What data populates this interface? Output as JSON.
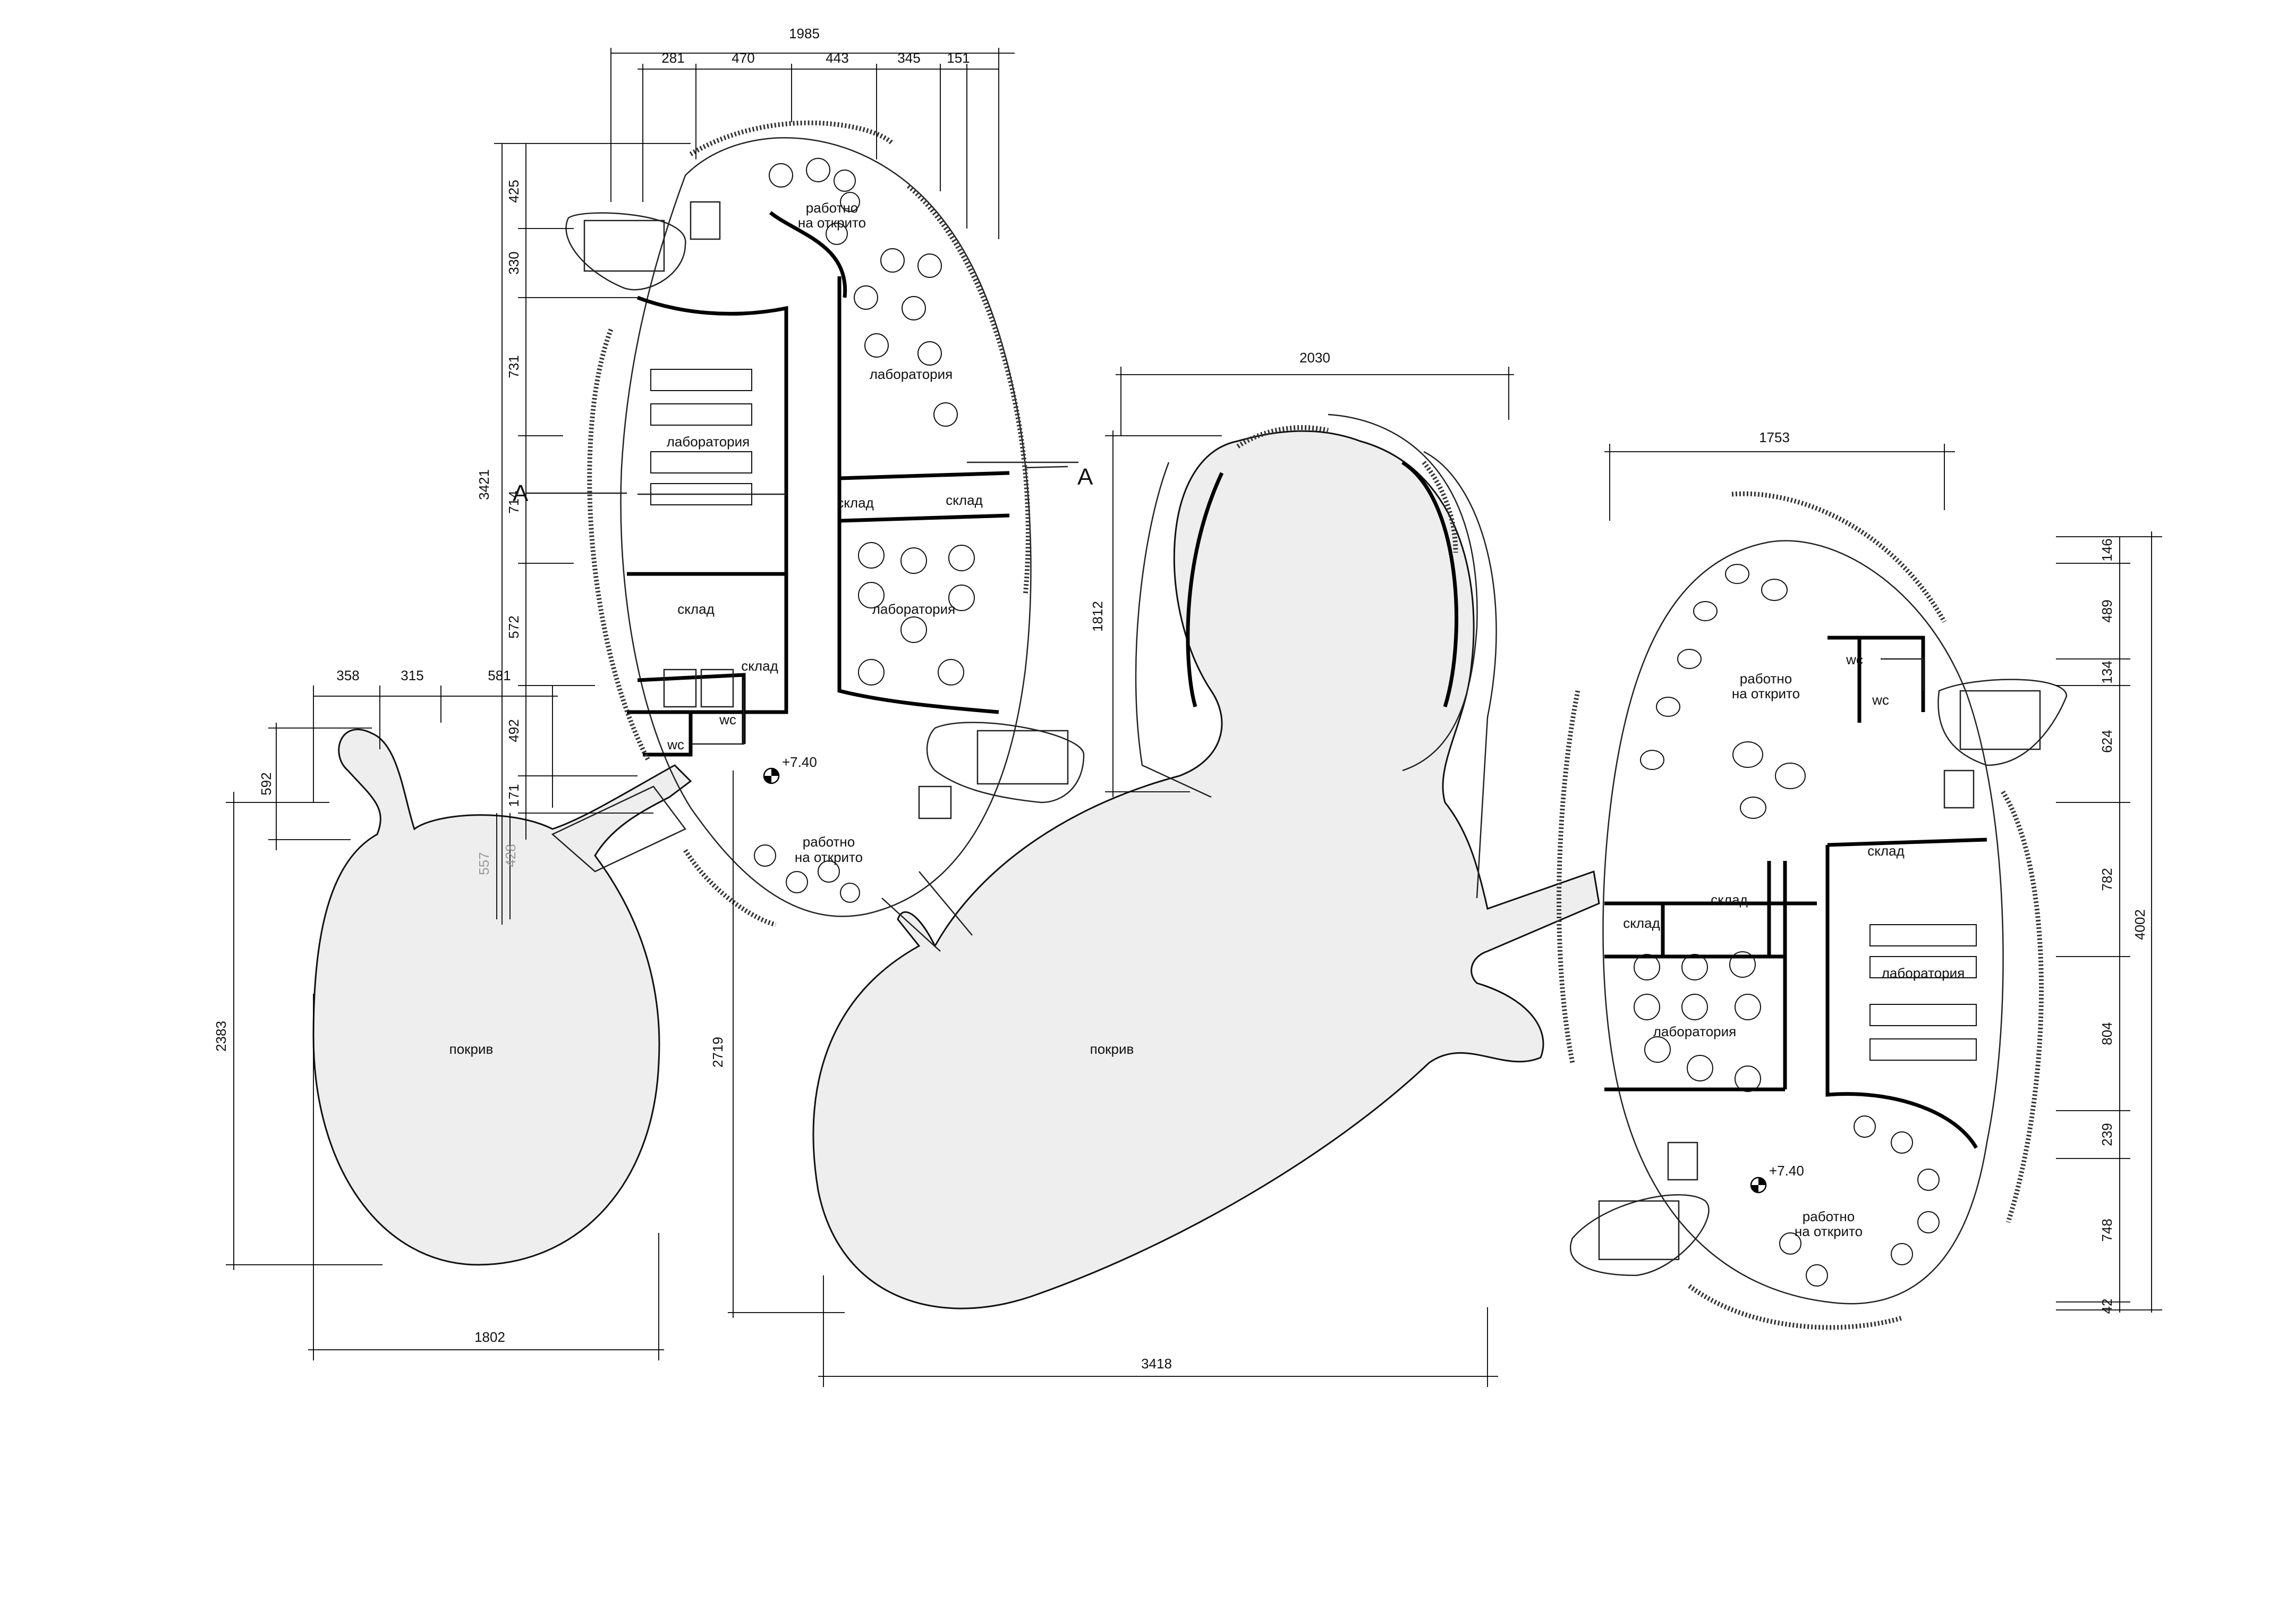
{
  "drawing": {
    "level_marker": "+7.40",
    "section_mark": "A",
    "rooms": {
      "open_work": "работно на открито",
      "open_work_l1": "работно",
      "open_work_l2": "на открито",
      "lab": "лаборатория",
      "storage": "склад",
      "wc": "wc",
      "roof": "покрив"
    },
    "dims_left_top": [
      "1985",
      "281",
      "470",
      "443",
      "345",
      "151"
    ],
    "dims_left_vertical": [
      "425",
      "330",
      "731",
      "714",
      "572",
      "492",
      "171",
      "3421"
    ],
    "dims_small_wing": [
      "358",
      "315",
      "581",
      "592",
      "557",
      "428",
      "2383",
      "1802"
    ],
    "dims_center": [
      "2030",
      "1812",
      "2719",
      "3418"
    ],
    "dims_right": [
      "1753",
      "146",
      "489",
      "134",
      "624",
      "782",
      "804",
      "239",
      "748",
      "42",
      "4002"
    ]
  }
}
